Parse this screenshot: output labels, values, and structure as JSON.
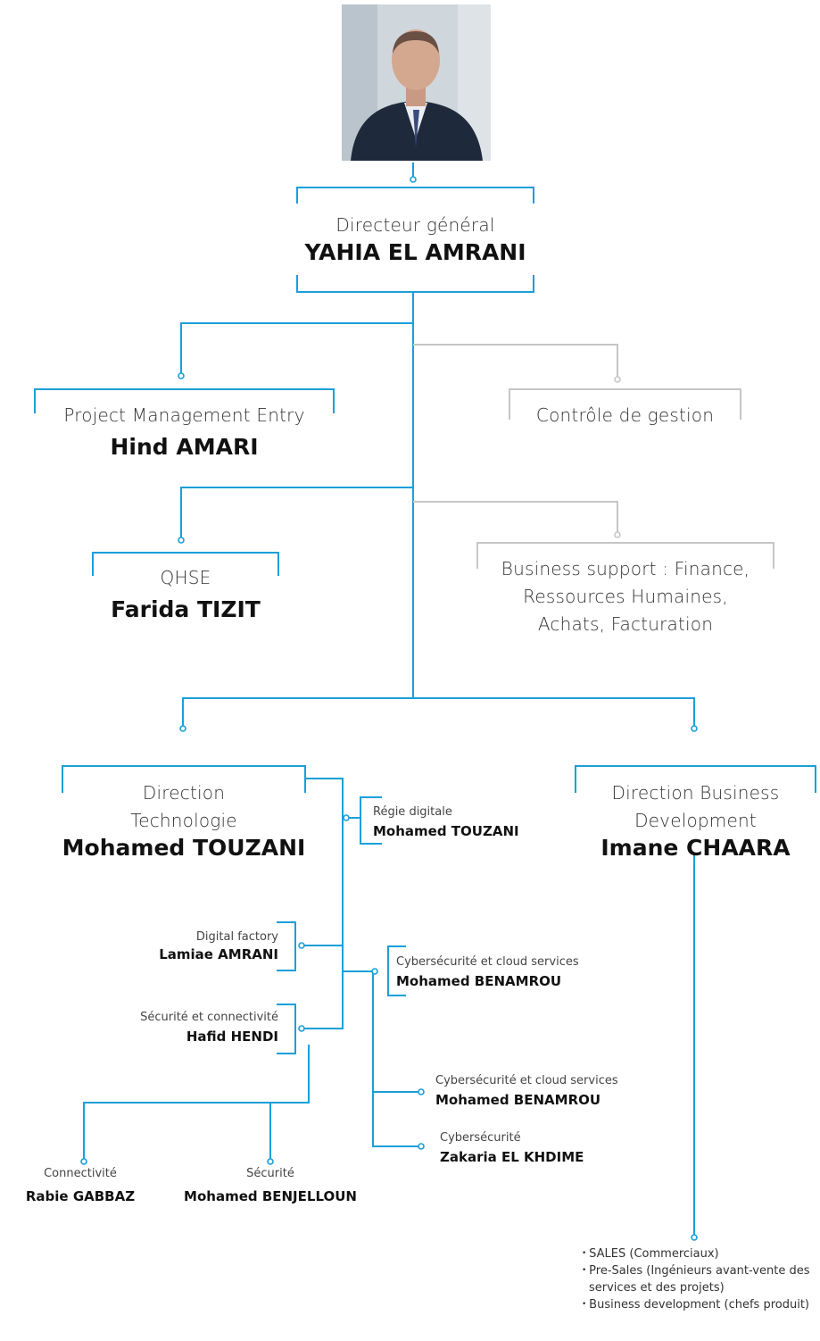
{
  "colors": {
    "accent": "#1a9fd9",
    "muted": "#c6c6c6"
  },
  "ceo": {
    "role": "Directeur général",
    "name": "YAHIA EL AMRANI",
    "photo": "director-portrait"
  },
  "staff": {
    "pm": {
      "role": "Project Management Entry",
      "name": "Hind AMARI"
    },
    "cdg": {
      "role": "Contrôle de gestion"
    },
    "qhse": {
      "role": "QHSE",
      "name": "Farida TIZIT"
    },
    "business_support": {
      "line1": "Business support : Finance,",
      "line2": "Ressources Humaines,",
      "line3": "Achats, Facturation"
    }
  },
  "tech": {
    "role_line1": "Direction",
    "role_line2": "Technologie",
    "name": "Mohamed TOUZANI",
    "units": {
      "regie": {
        "role": "Régie digitale",
        "name": "Mohamed TOUZANI"
      },
      "factory": {
        "role": "Digital factory",
        "name": "Lamiae AMRANI"
      },
      "secu_conn": {
        "role": "Sécurité et connectivité",
        "name": "Hafid HENDI"
      },
      "cyber_cloud": {
        "role": "Cybersécurité et cloud services",
        "name": "Mohamed BENAMROU"
      },
      "cyber_cloud_2": {
        "role": "Cybersécurité et cloud services",
        "name": "Mohamed BENAMROU"
      },
      "cyber": {
        "role": "Cybersécurité",
        "name": "Zakaria EL KHDIME"
      },
      "connectivite": {
        "role": "Connectivité",
        "name": "Rabie GABBAZ"
      },
      "securite": {
        "role": "Sécurité",
        "name": "Mohamed BENJELLOUN"
      }
    }
  },
  "bizdev": {
    "role_line1": "Direction Business",
    "role_line2": "Development",
    "name": "Imane CHAARA",
    "teams": [
      "SALES (Commerciaux)",
      "Pre-Sales (Ingénieurs avant-vente des services et des projets)",
      "Business development (chefs produit)"
    ]
  }
}
